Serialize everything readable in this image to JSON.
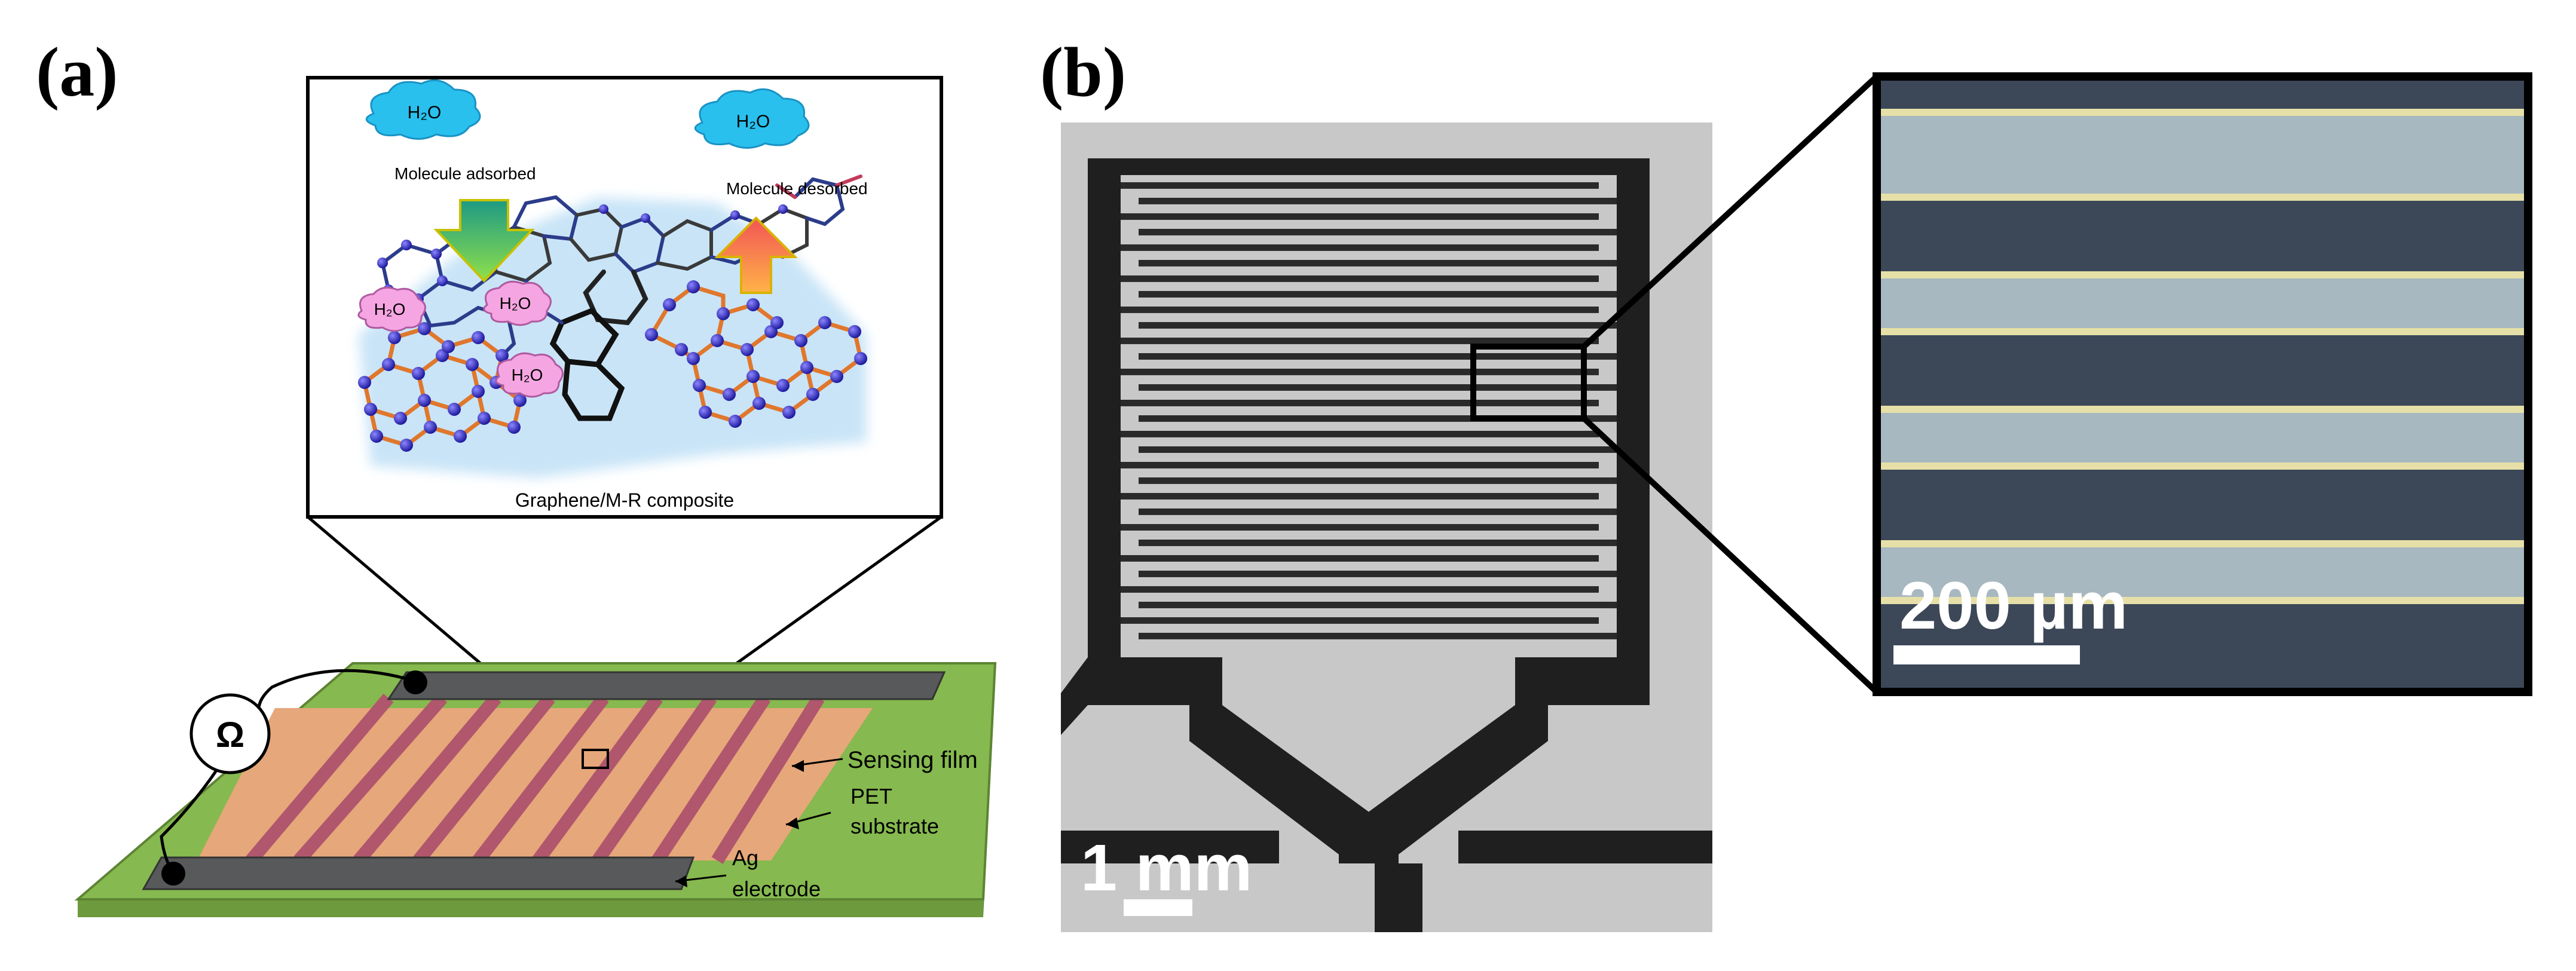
{
  "panel_a": {
    "label": "(a)",
    "inset": {
      "cloud_left": "H₂O",
      "cloud_right": "H₂O",
      "adsorbed_text": "Molecule adsorbed",
      "desorbed_text": "Molecule desorbed",
      "bubbles": [
        "H₂O",
        "H₂O",
        "H₂O"
      ],
      "composite_text": "Graphene/M-R composite"
    },
    "device": {
      "meter_symbol": "Ω",
      "sensing_film_label": "Sensing film",
      "pet_label_line1": "PET",
      "pet_label_line2": "substrate",
      "ag_label_line1": "Ag",
      "ag_label_line2": "electrode"
    }
  },
  "panel_b": {
    "label": "(b)",
    "scalebar_main": "1 mm",
    "scalebar_zoom": "200 µm"
  },
  "colors": {
    "pet_green": "#86b94f",
    "film_orange": "#e6a77a",
    "electrode_gray": "#58595b",
    "finger_red": "#b0566d",
    "cloud_cyan": "#29c0ee",
    "bubble_pink": "#f5a6e2",
    "arrow_green": "#2fb06f",
    "arrow_red": "#f0625a",
    "micro_dark": "#3c4758",
    "micro_light": "#a8b8c0"
  }
}
